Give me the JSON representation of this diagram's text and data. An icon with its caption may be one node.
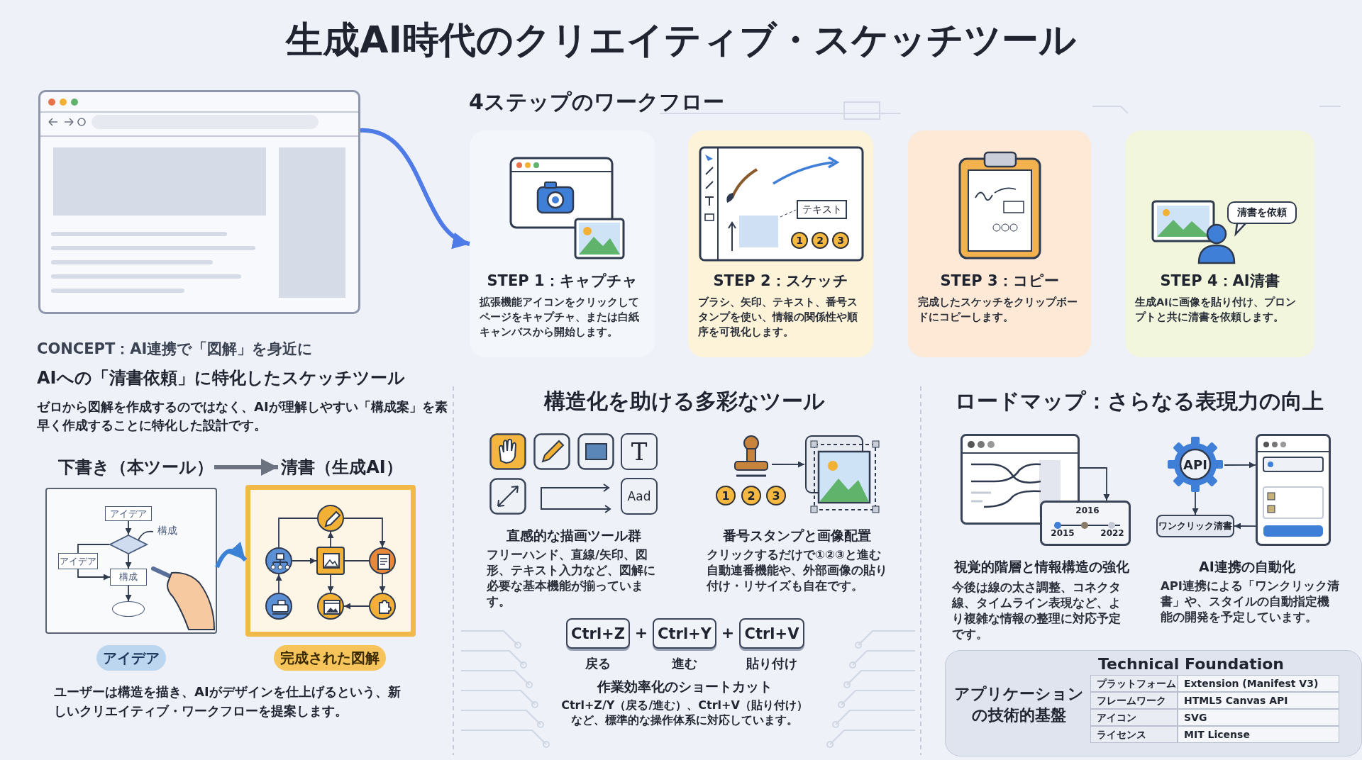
{
  "diagram": {
    "title": "生成AI時代のクリエイティブ・スケッチツール",
    "nodes": [
      {
        "text": [],
        "shape": "picture"
      },
      {
        "text": [
          "STEP 1：キャプチャ",
          "拡張機能アイコンをクリックしてページをキャプチャ、または白紙キャンバスから開始します。"
        ]
      },
      {
        "text": [
          "STEP 2：スケッチ",
          "ブラシ、矢印、テキスト、番号スタンプを使い、情報の関係性や順序を可視化します。"
        ]
      },
      {
        "text": [
          "STEP 3：コピー",
          "完成したスケッチをクリップボードにコピーします。"
        ]
      },
      {
        "text": [
          "STEP 4：AI清書",
          "生成AIに画像を貼り付け、プロンプトと共に清書を依頼します。"
        ]
      },
      {
        "text": [
          "下書き（本ツール）"
        ]
      },
      {
        "text": [
          "清書（生成AI）"
        ]
      },
      {
        "text": [],
        "shape": "box",
        "beside": [
          "アイデア"
        ]
      },
      {
        "text": [
          "アイデア"
        ],
        "in": 7
      },
      {
        "text": [],
        "shape": "diamond",
        "in": 7
      },
      {
        "text": [
          "構成"
        ],
        "in": 7
      },
      {
        "text": [
          "アイデア"
        ],
        "in": 7
      },
      {
        "text": [
          "構成"
        ],
        "in": 7
      },
      {
        "text": [],
        "shape": "ellipse",
        "in": 7
      },
      {
        "text": [],
        "shape": "box",
        "beside": [
          "完成された図解"
        ]
      },
      {
        "text": [],
        "shape": "circle",
        "in": 14
      },
      {
        "text": [],
        "shape": "circle",
        "in": 14
      },
      {
        "text": [],
        "shape": "box",
        "in": 14
      },
      {
        "text": [],
        "shape": "circle",
        "in": 14
      },
      {
        "text": [],
        "shape": "circle",
        "in": 14
      },
      {
        "text": [],
        "shape": "circle",
        "in": 14
      },
      {
        "text": [],
        "shape": "circle",
        "in": 14
      },
      {
        "text": [],
        "shape": "picture"
      },
      {
        "text": [],
        "shape": "picture"
      },
      {
        "text": [],
        "shape": "picture"
      },
      {
        "text": [
          "2016",
          "2015",
          "2022"
        ]
      },
      {
        "text": [
          "API"
        ]
      },
      {
        "text": [],
        "shape": "picture"
      },
      {
        "text": [
          "ワンクリック清書"
        ]
      },
      {
        "text": [
          "Technical Foundation",
          "アプリケーションの技術的基盤"
        ]
      }
    ],
    "edges": [
      {
        "from": 0,
        "to": 1,
        "arrow": "to",
        "style": "thick",
        "color": "#4f7be8"
      },
      {
        "from": 5,
        "to": 6,
        "arrow": "to",
        "style": "thick",
        "color": "#6b7280"
      },
      {
        "from": 7,
        "to": 14,
        "arrow": "to",
        "style": "thick",
        "color": "#3b82d6"
      },
      {
        "from": 8,
        "to": 9,
        "arrow": "to"
      },
      {
        "from": 9,
        "to": 11,
        "arrow": "none"
      },
      {
        "from": 11,
        "to": 12,
        "arrow": "to"
      },
      {
        "from": 9,
        "to": 12,
        "arrow": "to"
      },
      {
        "from": 12,
        "to": 13,
        "arrow": "to"
      },
      {
        "from": 10,
        "to": 9,
        "arrow": "none"
      },
      {
        "from": 16,
        "to": 15,
        "arrow": "none"
      },
      {
        "from": 15,
        "to": 18,
        "arrow": "to"
      },
      {
        "from": 16,
        "to": 17,
        "arrow": "to"
      },
      {
        "from": 17,
        "to": 15,
        "arrow": "to"
      },
      {
        "from": 17,
        "to": 18,
        "arrow": "none"
      },
      {
        "from": 17,
        "to": 20,
        "arrow": "to"
      },
      {
        "from": 18,
        "to": 21,
        "arrow": "to"
      },
      {
        "from": 21,
        "to": 20,
        "arrow": "to"
      },
      {
        "from": 19,
        "to": 16,
        "arrow": "to"
      },
      {
        "from": 22,
        "to": 23,
        "arrow": "to"
      },
      {
        "from": 24,
        "to": 25,
        "arrow": "to"
      },
      {
        "from": 26,
        "to": 27,
        "arrow": "to"
      },
      {
        "from": 26,
        "to": 28,
        "arrow": "to"
      },
      {
        "from": 27,
        "to": 28,
        "arrow": "to"
      }
    ],
    "labels": [
      "4ステップのワークフロー",
      "テキスト",
      "1",
      "2",
      "3",
      "清書を依頼",
      "CONCEPT：AI連携で「図解」を身近に",
      "AIへの「清書依頼」に特化したスケッチツール",
      "ゼロから図解を作成するのではなく、AIが理解しやすい「構成案」を素早く作成することに特化した設計です。",
      "構造化を助ける多彩なツール",
      "ロードマップ：さらなる表現力の向上",
      "T",
      "Aad",
      "1",
      "2",
      "3",
      "直感的な描画ツール群",
      "フリーハンド、直線/矢印、図形、テキスト入力など、図解に必要な基本機能が揃っています。",
      "番号スタンプと画像配置",
      "クリックするだけで①②③と進む自動連番機能や、外部画像の貼り付け・リサイズも自在です。",
      "視覚的階層と情報構造の強化",
      "今後は線の太さ調整、コネクタ線、タイムライン表現など、より複雑な情報の整理に対応予定です。",
      "AI連携の自動化",
      "API連携による「ワンクリック清書」や、スタイルの自動指定機能の開発を予定しています。",
      "Ctrl+Z",
      "+",
      "Ctrl+Y",
      "+",
      "Ctrl+V",
      "戻る",
      "進む",
      "貼り付け",
      "ユーザーは構造を描き、AIがデザインを仕上げるという、新しいクリエイティブ・ワークフローを提案します。",
      "作業効率化のショートカット",
      "Ctrl+Z/Y（戻る/進む）、Ctrl+V（貼り付け）など、標準的な操作体系に対応しています。",
      "プラットフォーム",
      "Extension (Manifest V3)",
      "フレームワーク",
      "HTML5 Canvas API",
      "アイコン",
      "SVG",
      "ライセンス",
      "MIT License"
    ]
  }
}
